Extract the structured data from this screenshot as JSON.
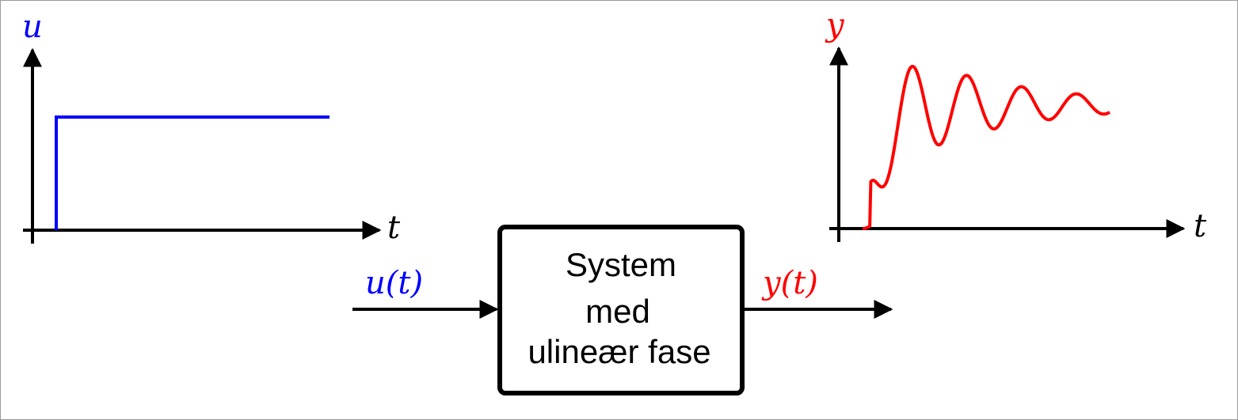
{
  "colors": {
    "input": "#0000ff",
    "output": "#ff0000",
    "axis": "#000000",
    "box_border": "#000000"
  },
  "input_plot": {
    "y_axis_label": "u",
    "x_axis_label": "t"
  },
  "output_plot": {
    "y_axis_label": "y",
    "x_axis_label": "t"
  },
  "block": {
    "label_lines": [
      "System",
      "med",
      "ulineær fase"
    ]
  },
  "signals": {
    "input_label": "u(t)",
    "output_label": "y(t)"
  }
}
